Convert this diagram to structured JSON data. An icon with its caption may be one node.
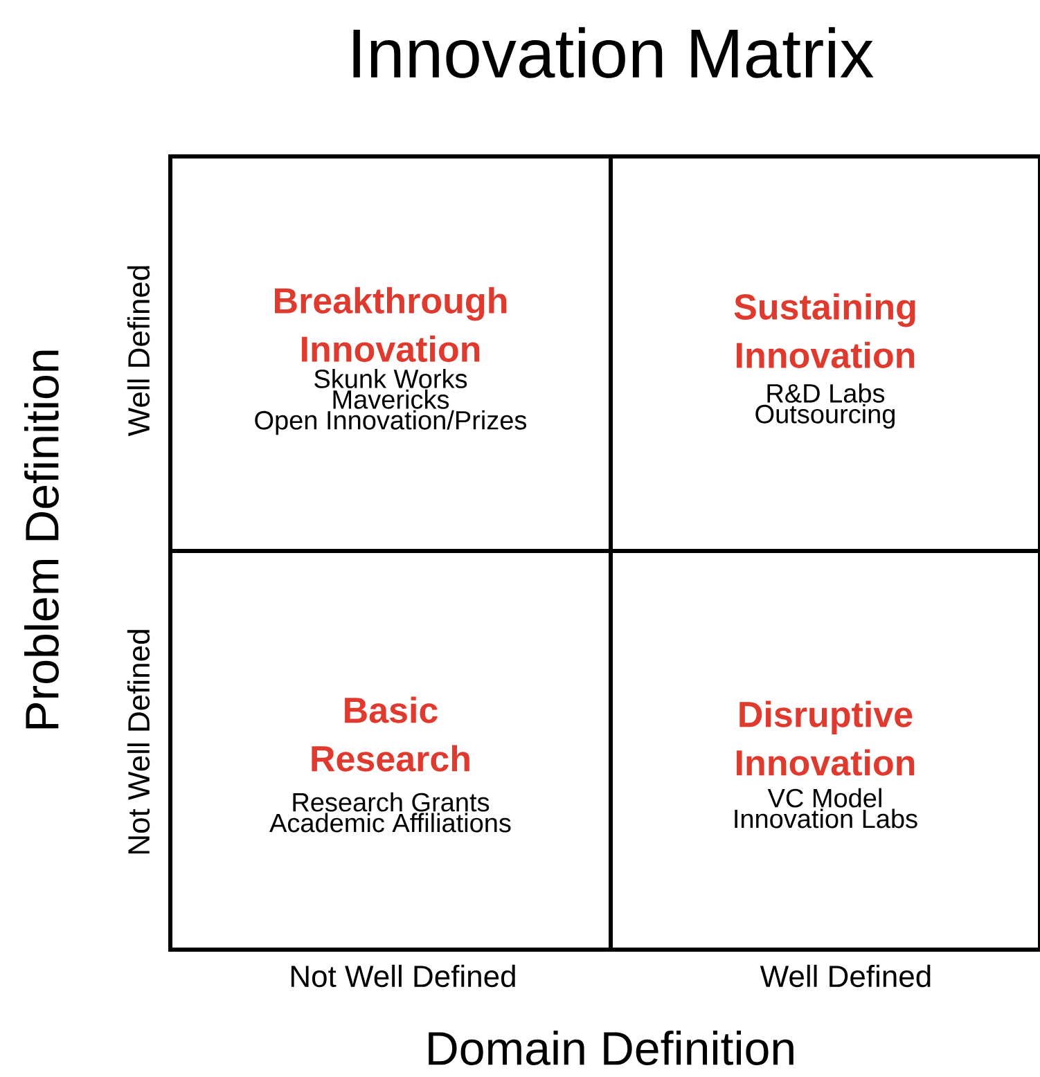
{
  "diagram": {
    "title": "Innovation Matrix",
    "nodes": [
      {
        "text": [
          "Breakthrough Innovation",
          "Skunk Works",
          "Mavericks",
          "Open Innovation/Prizes"
        ]
      },
      {
        "text": [
          "Sustaining Innovation",
          "R&D Labs",
          "Outsourcing"
        ]
      },
      {
        "text": [
          "Basic Research",
          "Research Grants",
          "Academic Affiliations"
        ]
      },
      {
        "text": [
          "Disruptive Innovation",
          "VC Model",
          "Innovation Labs"
        ]
      }
    ],
    "labels": [
      "Well Defined",
      "Not Well Defined",
      "Problem Definition",
      "Not Well Defined",
      "Well Defined",
      "Domain Definition"
    ]
  }
}
